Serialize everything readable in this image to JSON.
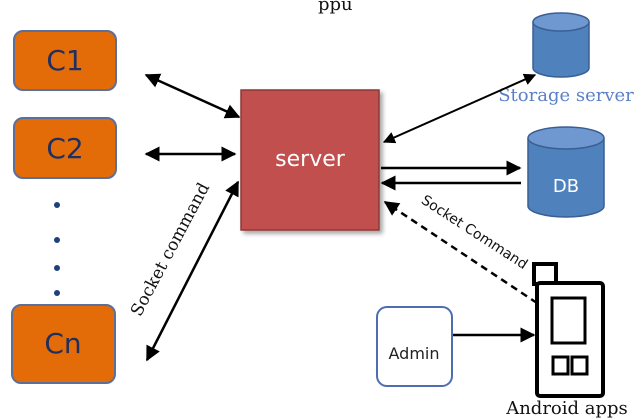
{
  "top_partial_text": "ppu",
  "clients": [
    {
      "label": "C1"
    },
    {
      "label": "C2"
    },
    {
      "label": "Cn"
    }
  ],
  "server": {
    "label": "server"
  },
  "storage": {
    "label": "Storage server"
  },
  "db": {
    "label": "DB"
  },
  "socket_left": {
    "label": "Socket command"
  },
  "socket_right": {
    "label": "Socket Command"
  },
  "admin": {
    "label": "Admin"
  },
  "android": {
    "label": "Android apps"
  },
  "colors": {
    "client_fill": "#e36c09",
    "server_fill": "#c0504d",
    "db_fill": "#4f81bd",
    "admin_stroke": "#4f6eb0"
  }
}
